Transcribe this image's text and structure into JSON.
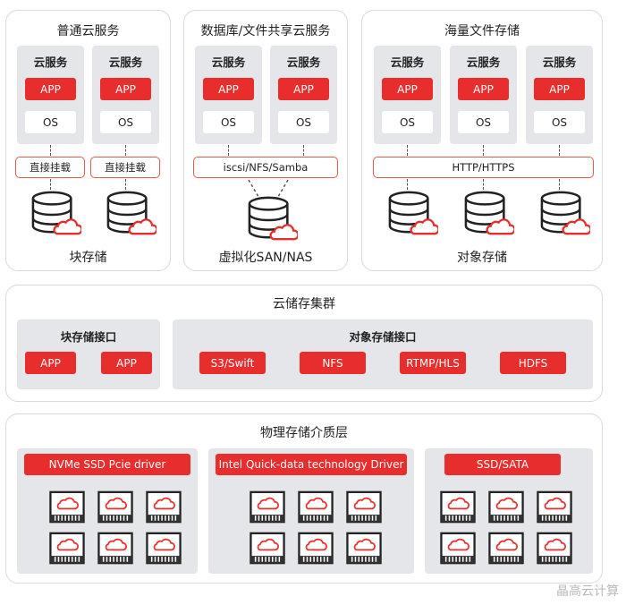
{
  "top": {
    "p1": {
      "title": "普通云服务",
      "vm1": {
        "head": "云服务",
        "app": "APP",
        "os": "OS"
      },
      "vm2": {
        "head": "云服务",
        "app": "APP",
        "os": "OS"
      },
      "mount1": "直接挂载",
      "mount2": "直接挂载",
      "caption": "块存储"
    },
    "p2": {
      "title": "数据库/文件共享云服务",
      "vm1": {
        "head": "云服务",
        "app": "APP",
        "os": "OS"
      },
      "vm2": {
        "head": "云服务",
        "app": "APP",
        "os": "OS"
      },
      "protocol": "iscsi/NFS/Samba",
      "caption": "虚拟化SAN/NAS"
    },
    "p3": {
      "title": "海量文件存储",
      "vm1": {
        "head": "云服务",
        "app": "APP",
        "os": "OS"
      },
      "vm2": {
        "head": "云服务",
        "app": "APP",
        "os": "OS"
      },
      "vm3": {
        "head": "云服务",
        "app": "APP",
        "os": "OS"
      },
      "protocol": "HTTP/HTTPS",
      "caption": "对象存储"
    }
  },
  "cluster": {
    "title": "云储存集群",
    "block": {
      "title": "块存储接口",
      "items": [
        "APP",
        "APP"
      ]
    },
    "object": {
      "title": "对象存储接口",
      "items": [
        "S3/Swift",
        "NFS",
        "RTMP/HLS",
        "HDFS"
      ]
    }
  },
  "physical": {
    "title": "物理存储介质层",
    "groups": [
      "NVMe SSD Pcie driver",
      "Intel Quick-data technology Driver",
      "SSD/SATA"
    ]
  },
  "watermark": "晶高云计算",
  "colors": {
    "accent": "#e82d2d",
    "panel_border": "#d9d9d9",
    "box_gray": "#e4e6ea"
  },
  "icons": {
    "storage": "database-cloud-icon",
    "drive": "cloud-drive-icon"
  }
}
